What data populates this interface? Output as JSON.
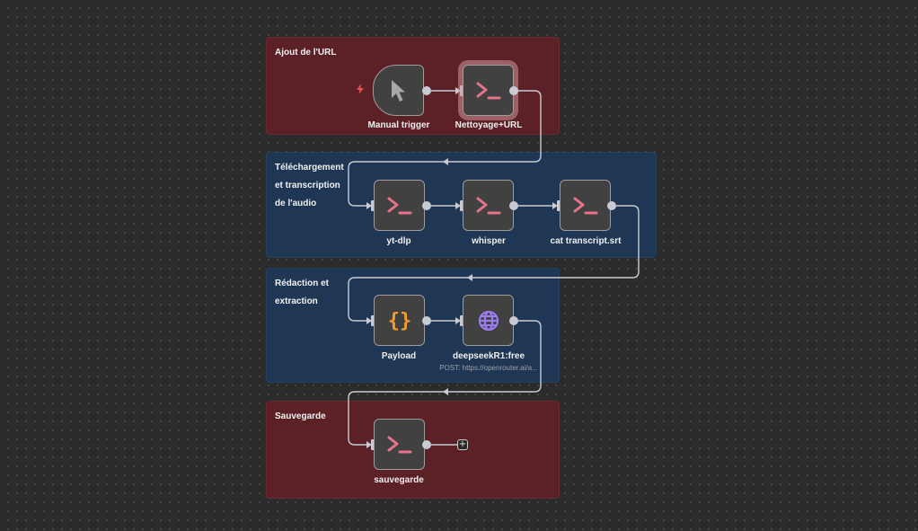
{
  "groups": [
    {
      "title": "Ajout de l'URL",
      "color": "#5c2127"
    },
    {
      "title": "Téléchargement et transcription de l'audio",
      "color": "#1f3654"
    },
    {
      "title": "Rédaction et extraction",
      "color": "#1f3654"
    },
    {
      "title": "Sauvegarde",
      "color": "#5c2127"
    }
  ],
  "nodes": {
    "manual_trigger": {
      "label": "Manual trigger",
      "icon": "cursor-pointer-icon"
    },
    "nettoyage": {
      "label": "Nettoyage+URL",
      "icon": "terminal-icon",
      "selected": true
    },
    "ytdlp": {
      "label": "yt-dlp",
      "icon": "terminal-icon"
    },
    "whisper": {
      "label": "whisper",
      "icon": "terminal-icon"
    },
    "cat": {
      "label": "cat transcript.srt",
      "icon": "terminal-icon"
    },
    "payload": {
      "label": "Payload",
      "icon": "braces-icon"
    },
    "deepseek": {
      "label": "deepseekR1:free",
      "subtitle": "POST: https://openrouter.ai/a...",
      "icon": "globe-icon"
    },
    "sauvegarde": {
      "label": "sauvegarde",
      "icon": "terminal-icon"
    }
  },
  "add_node_label": "+",
  "trigger_icon": "lightning-bolt-icon",
  "colors": {
    "terminal": "#e9738a",
    "braces": "#f29d2e",
    "globe": "#9a7ef0",
    "edge": "#c8ccd2",
    "trigger_bolt": "#e4534b"
  }
}
